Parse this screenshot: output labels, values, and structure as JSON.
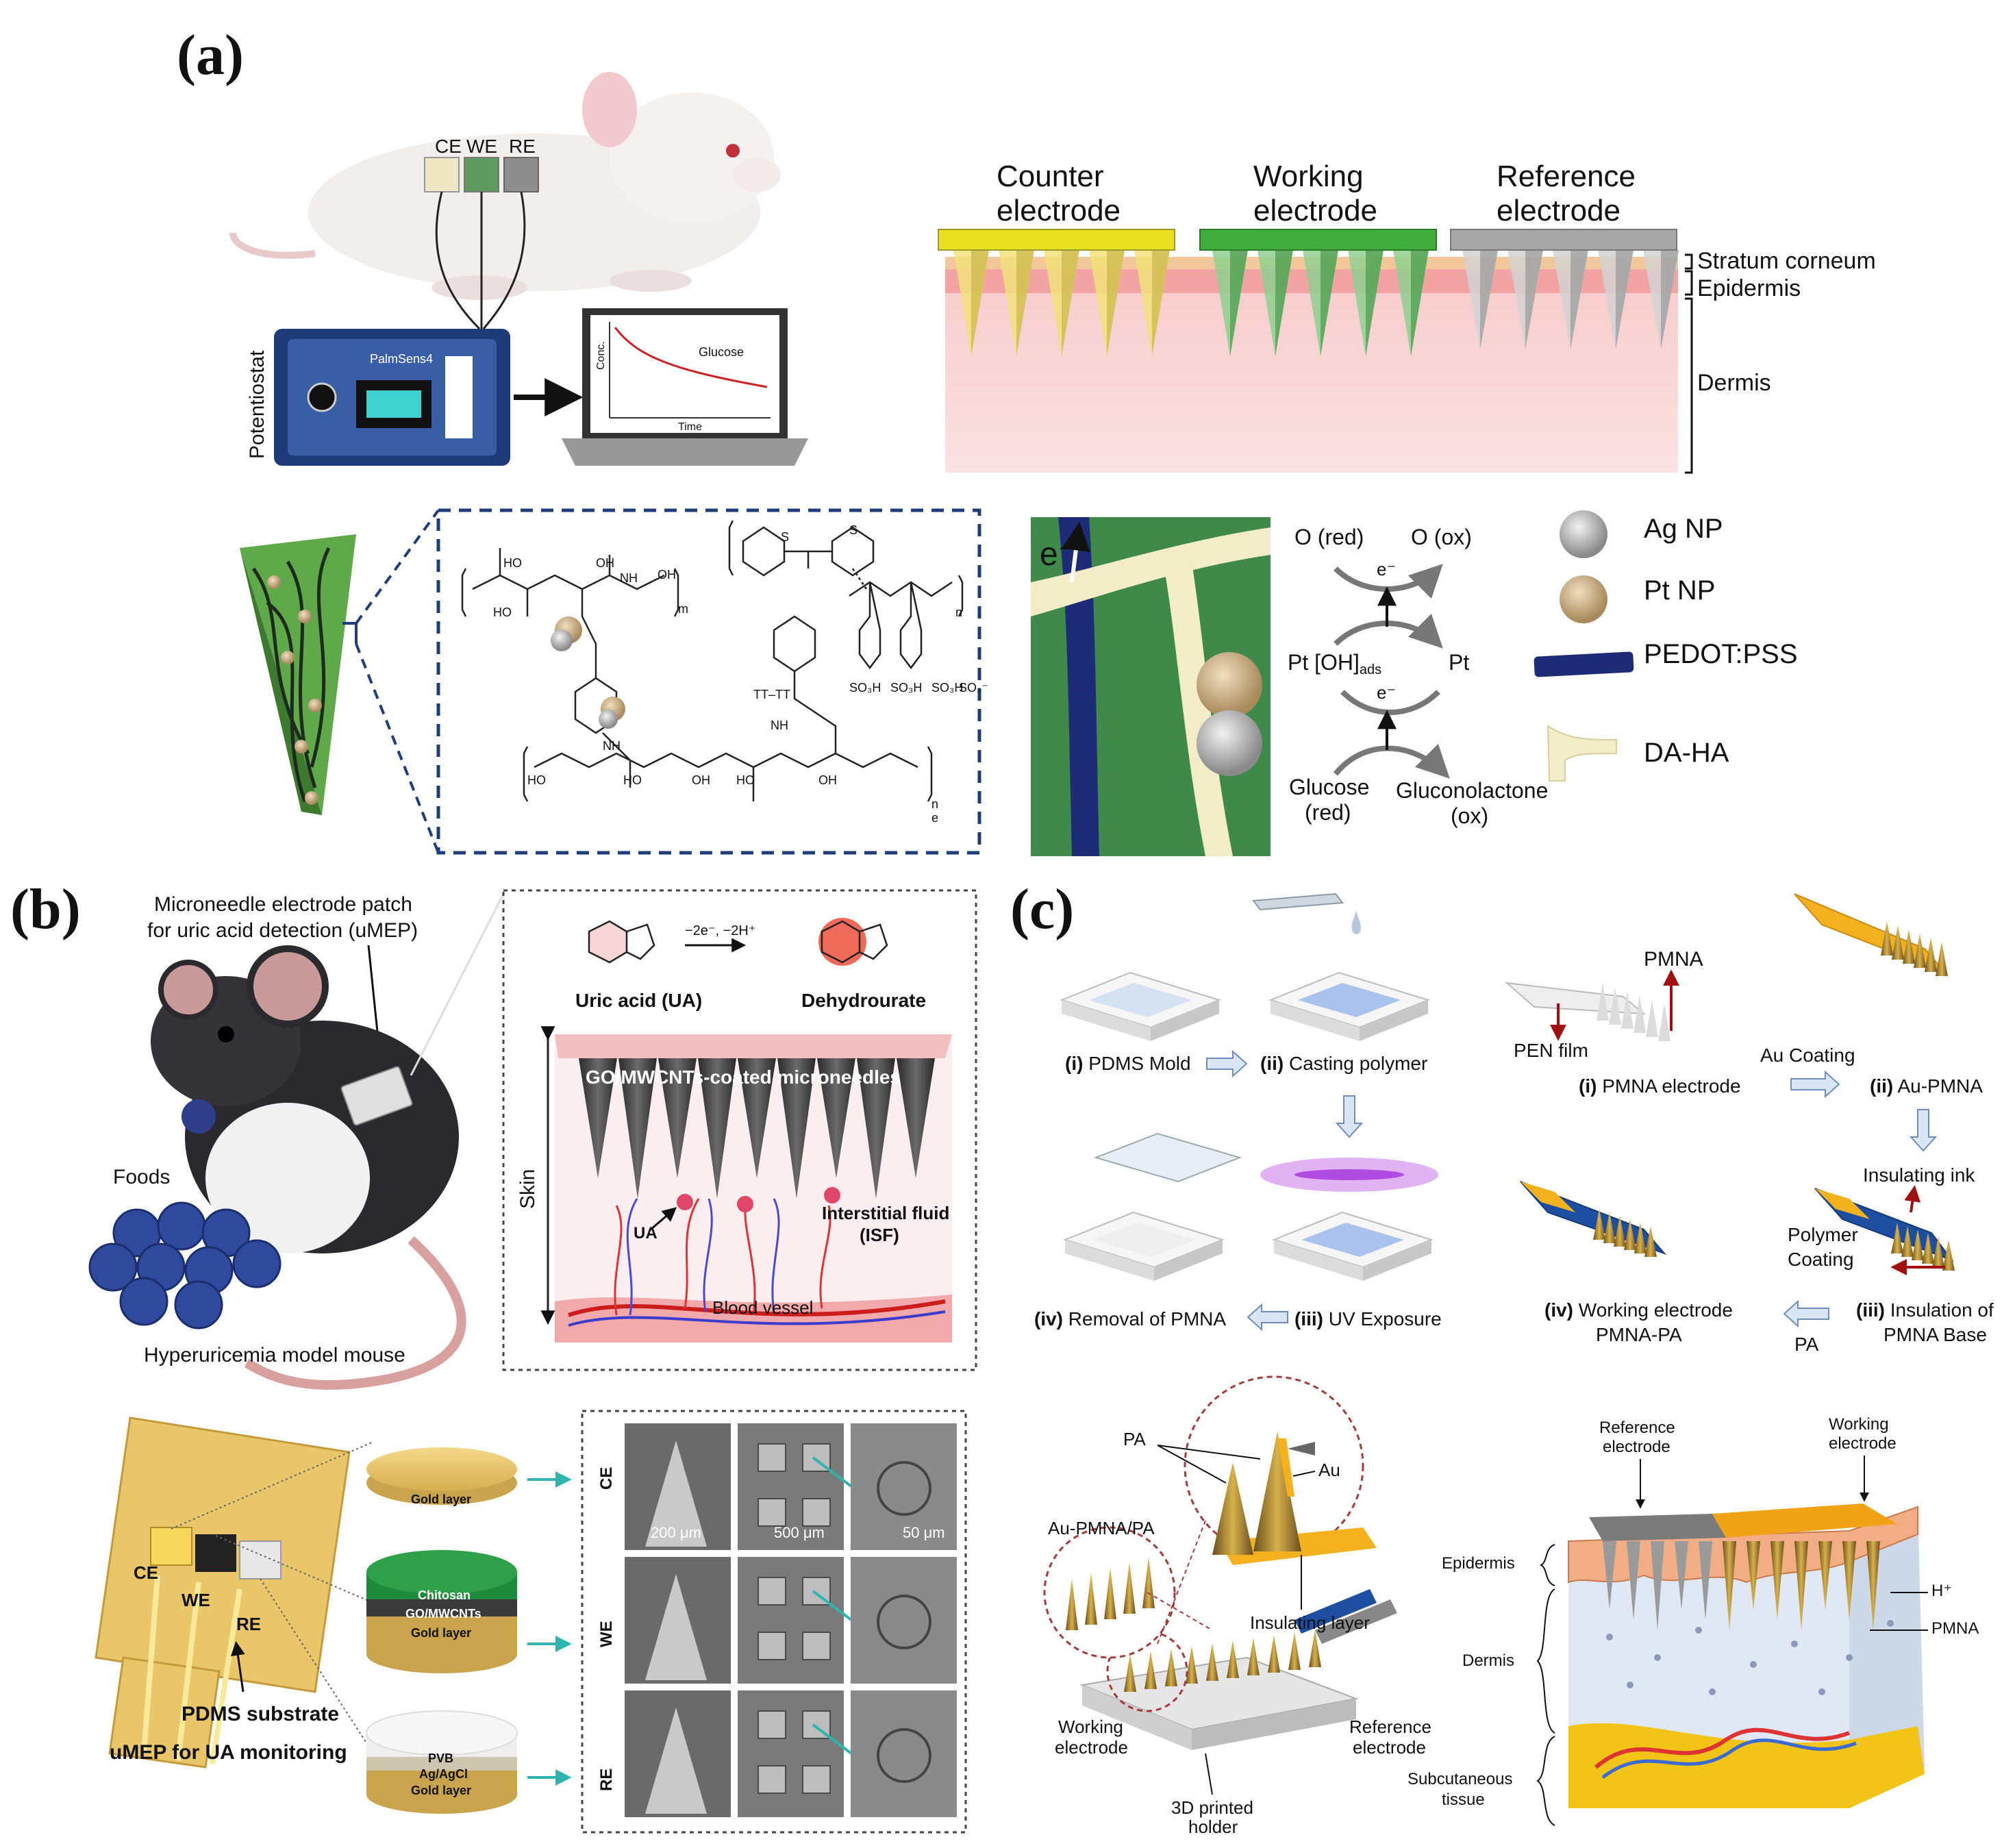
{
  "panel_a": {
    "tag": "(a)",
    "mouse_electrodes": [
      "CE",
      "WE",
      "RE"
    ],
    "potentiostat_label": "Potentiostat",
    "device_brand": "PalmSens4",
    "laptop_plot": {
      "ylabel": "Conc.",
      "xlabel": "Time",
      "curve_label": "Glucose"
    },
    "electrodes": [
      {
        "line1": "Counter",
        "line2": "electrode",
        "color": "#e8e020"
      },
      {
        "line1": "Working",
        "line2": "electrode",
        "color": "#3fae3f"
      },
      {
        "line1": "Reference",
        "line2": "electrode",
        "color": "#a7a7a7"
      }
    ],
    "skin_layers": [
      "Stratum corneum",
      "Epidermis",
      "Dermis"
    ],
    "electron": "e⁻",
    "reaction": {
      "o_red": "O (red)",
      "o_ox": "O (ox)",
      "e1": "e⁻",
      "pt_oh": "Pt [OH]",
      "pt_oh_sub": "ads",
      "pt": "Pt",
      "e2": "e⁻",
      "glucose_1": "Glucose",
      "glucose_2": "(red)",
      "gluconolactone_1": "Gluconolactone",
      "gluconolactone_2": "(ox)"
    },
    "legend": [
      "Ag NP",
      "Pt NP",
      "PEDOT:PSS",
      "DA-HA"
    ],
    "chem_labels": [
      "HO",
      "OH",
      "OH",
      "HO",
      "NH",
      "TT–TT",
      "SO₃H",
      "SO₃H",
      "SO₃H",
      "SO₃⁻",
      "S",
      "S",
      "NH",
      "NH",
      "HO",
      "HO",
      "OH",
      "HO",
      "OH",
      "m",
      "n",
      "n",
      "e"
    ]
  },
  "panel_b": {
    "tag": "(b)",
    "patch_label_1": "Microneedle electrode patch",
    "patch_label_2": "for uric acid detection (uMEP)",
    "foods": "Foods",
    "mouse_caption": "Hyperuricemia model mouse",
    "reaction_arrow": "−2e⁻, −2H⁺",
    "uric_acid": "Uric acid (UA)",
    "dehydrourate": "Dehydrourate",
    "needles_label": "GO/MWCNTs-coated microneedles",
    "skin": "Skin",
    "ua": "UA",
    "isf_1": "Interstitial fluid",
    "isf_2": "(ISF)",
    "blood_vessel": "Blood vessel",
    "chip_labels": [
      "CE",
      "WE",
      "RE"
    ],
    "substrate": "PDMS substrate",
    "umep_caption": "uMEP for UA monitoring",
    "layers_ce": [
      "Gold layer"
    ],
    "layers_we": [
      "Chitosan",
      "GO/MWCNTs",
      "Gold layer"
    ],
    "layers_re": [
      "PVB",
      "Ag/AgCl",
      "Gold layer"
    ],
    "sem_rows": [
      "CE",
      "WE",
      "RE"
    ],
    "scale_bars": [
      "200 μm",
      "500 μm",
      "50 μm"
    ]
  },
  "panel_c": {
    "tag": "(c)",
    "steps_left": [
      {
        "num": "(i)",
        "text": "PDMS Mold"
      },
      {
        "num": "(ii)",
        "text": "Casting polymer"
      },
      {
        "num": "(iii)",
        "text": "UV Exposure"
      },
      {
        "num": "(iv)",
        "text": "Removal of PMNA"
      }
    ],
    "pmna": "PMNA",
    "pen_film": "PEN film",
    "au_coating": "Au Coating",
    "steps_right": [
      {
        "num": "(i)",
        "text": "PMNA electrode"
      },
      {
        "num": "(ii)",
        "text": "Au-PMNA"
      },
      {
        "num": "(iii)",
        "text": "Insulation of",
        "text2": "PMNA Base"
      },
      {
        "num": "(iv)",
        "text": "Working electrode",
        "text2": "PMNA-PA"
      }
    ],
    "insulating_ink": "Insulating ink",
    "polymer_coating_1": "Polymer",
    "polymer_coating_2": "Coating",
    "pa": "PA",
    "au": "Au",
    "au_pmna_pa": "Au-PMNA/PA",
    "insulating_layer": "Insulating layer",
    "working_electrode_1": "Working",
    "working_electrode_2": "electrode",
    "reference_electrode_1": "Reference",
    "reference_electrode_2": "electrode",
    "holder_1": "3D printed",
    "holder_2": "holder",
    "skin_layers": [
      "Epidermis",
      "Dermis",
      "Subcutaneous",
      "tissue"
    ],
    "h_plus": "H⁺",
    "pmna_label": "PMNA"
  }
}
